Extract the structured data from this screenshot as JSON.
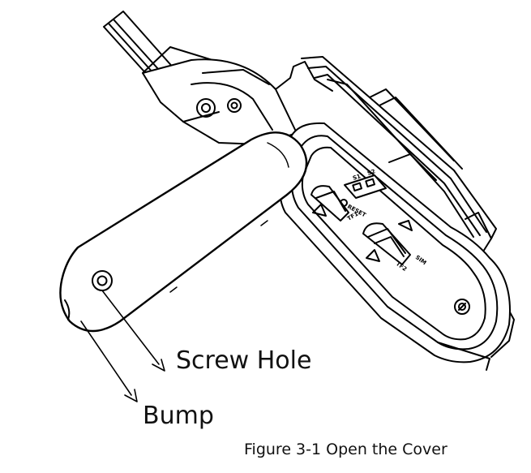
{
  "callouts": {
    "screw_hole": "Screw Hole",
    "bump": "Bump"
  },
  "caption": "Figure 3-1 Open the Cover",
  "device_markings": {
    "slot1": "TF1",
    "slot2": "TF2",
    "sim": "SIM",
    "reset": "RESET",
    "switch_a": "S1",
    "switch_b": "S2"
  },
  "colors": {
    "line": "#000000",
    "background": "#ffffff"
  }
}
